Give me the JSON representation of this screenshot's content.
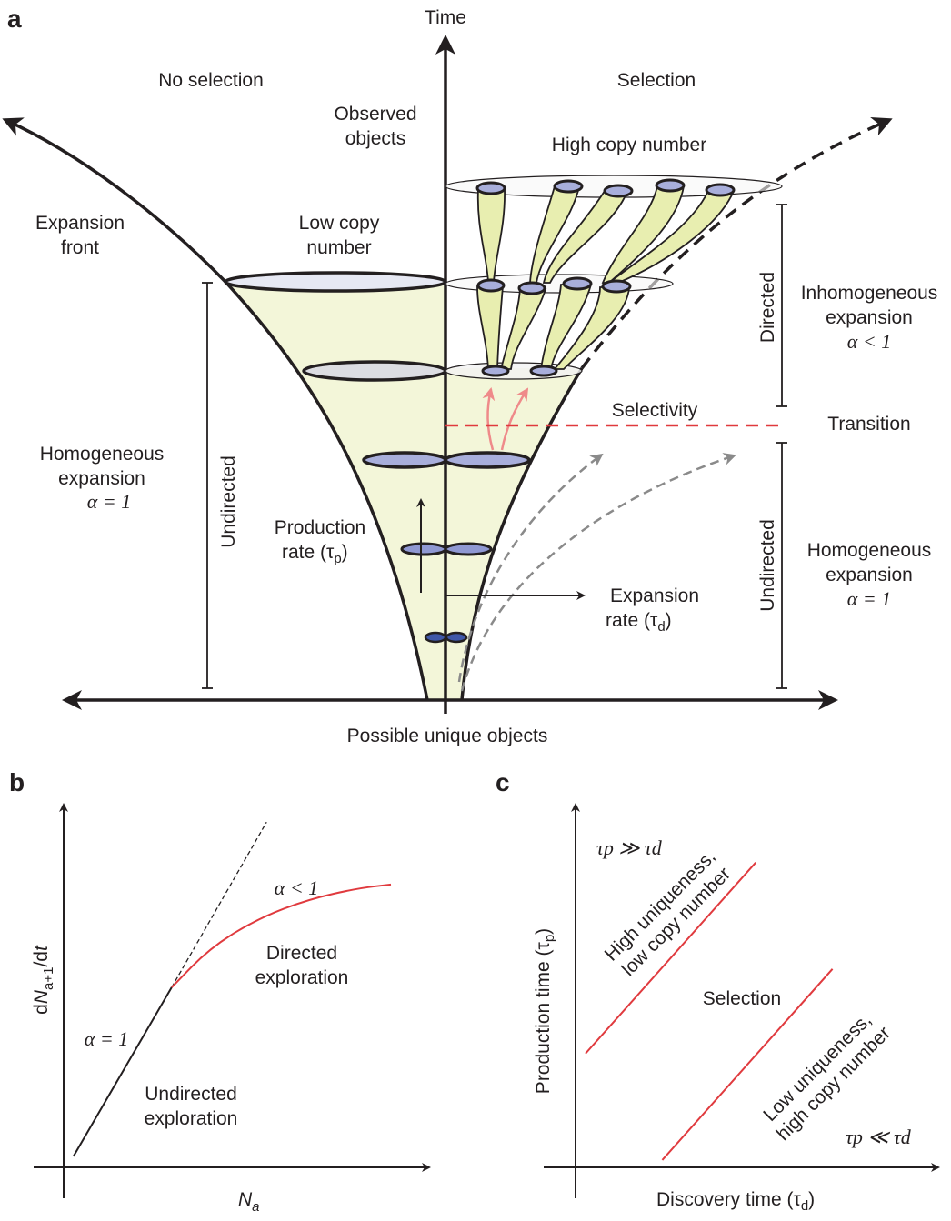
{
  "figure": {
    "panel_a": {
      "panel_label": "a",
      "axis_time_label": "Time",
      "axis_x_label": "Possible unique objects",
      "left_side_title": "No selection",
      "right_side_title": "Selection",
      "observed_objects": [
        "Observed",
        "objects"
      ],
      "expansion_front": [
        "Expansion",
        "front"
      ],
      "low_copy_number": [
        "Low copy",
        "number"
      ],
      "high_copy_number": "High copy number",
      "left_undirected": "Undirected",
      "left_homogeneous": [
        "Homogeneous",
        "expansion"
      ],
      "left_alpha": "α = 1",
      "production_rate": "Production",
      "production_rate_2": "rate (τ",
      "production_rate_sub": "p",
      "expansion_rate": "Expansion",
      "expansion_rate_2": "rate (τ",
      "expansion_rate_sub": "d",
      "selectivity": "Selectivity",
      "transition": "Transition",
      "right_directed": "Directed",
      "right_inhomogeneous": [
        "Inhomogeneous",
        "expansion"
      ],
      "right_alpha_lt": "α < 1",
      "right_undirected": "Undirected",
      "right_homogeneous": [
        "Homogeneous",
        "expansion"
      ],
      "right_alpha_eq": "α = 1",
      "colors": {
        "funnel_fill": "#f3f6d9",
        "tube_fill": "#e8eeb0",
        "disc_fill": "#9fa6d6",
        "disc_dark": "#3f57a8",
        "selectivity_red": "#e03a3e",
        "arrow_pink": "#ef8a8a",
        "dashed_gray": "#8a8a8a"
      }
    },
    "panel_b": {
      "panel_label": "b",
      "ylabel_main": "dN",
      "ylabel_sub": "a+1",
      "ylabel_tail": "/dt",
      "xlabel_main": "N",
      "xlabel_sub": "a",
      "alpha_eq": "α = 1",
      "alpha_lt": "α < 1",
      "undirected": [
        "Undirected",
        "exploration"
      ],
      "directed": [
        "Directed",
        "exploration"
      ]
    },
    "panel_c": {
      "panel_label": "c",
      "ylabel": "Production time (τ",
      "ylabel_sub": "p",
      "xlabel": "Discovery time (τ",
      "xlabel_sub": "d",
      "top_left_relation": "τp ≫ τd",
      "bottom_right_relation": "τp ≪ τd",
      "upper_region": [
        "High uniqueness,",
        "low copy number"
      ],
      "middle_region": "Selection",
      "lower_region": [
        "Low uniqueness,",
        "high copy number"
      ]
    }
  },
  "chart_data": [
    {
      "type": "line",
      "title": "b",
      "xlabel": "N_a",
      "ylabel": "dN_{a+1}/dt",
      "xlim": [
        0,
        10
      ],
      "ylim": [
        0,
        10
      ],
      "grid": false,
      "series": [
        {
          "name": "α = 1 (undirected, linear)",
          "style": "solid-black",
          "x": [
            0.3,
            3.3
          ],
          "y": [
            0.3,
            4.9
          ]
        },
        {
          "name": "α = 1 extrapolation",
          "style": "dashed-black",
          "x": [
            3.3,
            6.2
          ],
          "y": [
            4.9,
            9.4
          ]
        },
        {
          "name": "α < 1 (directed)",
          "style": "solid-red",
          "x": [
            3.3,
            4.5,
            6.0,
            7.5,
            9.0,
            10.0
          ],
          "y": [
            4.9,
            6.0,
            6.8,
            7.3,
            7.6,
            7.7
          ]
        }
      ],
      "annotations": [
        "α = 1",
        "α < 1",
        "Undirected exploration",
        "Directed exploration"
      ]
    },
    {
      "type": "line",
      "title": "c",
      "xlabel": "Discovery time (τd)",
      "ylabel": "Production time (τp)",
      "xlim": [
        0,
        10
      ],
      "ylim": [
        0,
        10
      ],
      "grid": false,
      "series": [
        {
          "name": "upper boundary",
          "x": [
            0.3,
            5.4
          ],
          "y": [
            3.1,
            8.3
          ]
        },
        {
          "name": "lower boundary",
          "x": [
            2.6,
            7.7
          ],
          "y": [
            0.2,
            5.4
          ]
        }
      ],
      "annotations": [
        "τp ≫ τd",
        "High uniqueness, low copy number",
        "Selection",
        "Low uniqueness, high copy number",
        "τp ≪ τd"
      ]
    }
  ]
}
